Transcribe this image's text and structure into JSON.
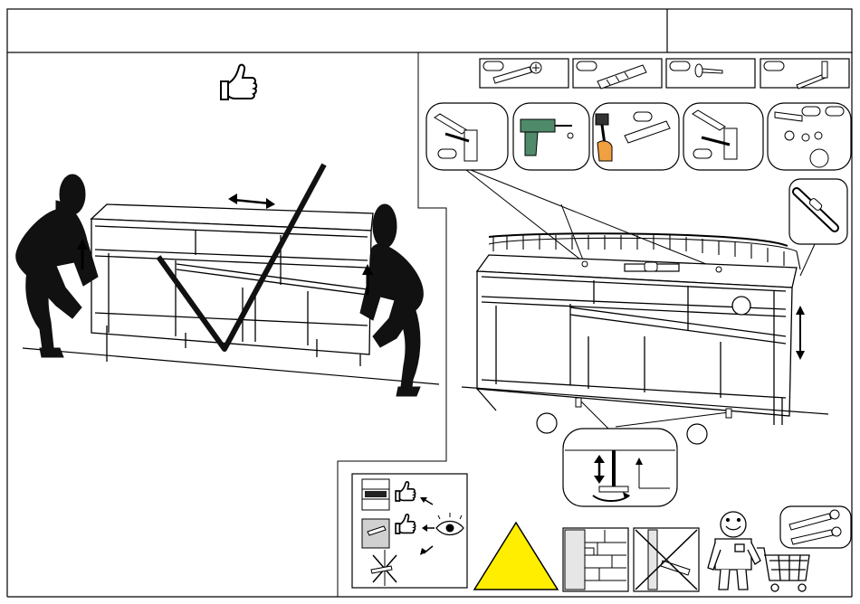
{
  "header": {
    "title": "",
    "page_number": ""
  },
  "parts": [
    {
      "name": "screw-long",
      "qty": ""
    },
    {
      "name": "wall-plug",
      "qty": ""
    },
    {
      "name": "screw-short",
      "qty": ""
    },
    {
      "name": "angle-bracket",
      "qty": ""
    }
  ],
  "steps": [
    {
      "name": "bracket-screw-step",
      "qty": ""
    },
    {
      "name": "drill-step",
      "qty": ""
    },
    {
      "name": "hammer-plug-step",
      "qty": ""
    },
    {
      "name": "screw-bracket-step",
      "qty": ""
    },
    {
      "name": "washer-nut-step",
      "qty": ""
    }
  ],
  "callouts": {
    "left_foot": "",
    "right_foot": "",
    "wall_box": ""
  },
  "colors": {
    "stroke": "#000000",
    "warning_fill": "#ffee00",
    "gray_panel": "#d0d0d0",
    "drill_green": "#4f8a6b",
    "hand_orange": "#f0a040",
    "brick_line": "#000000"
  },
  "icons": [
    "thumbs-up-icon",
    "eye-icon",
    "warning-triangle-icon",
    "shopping-cart-icon",
    "mascot-icon",
    "drill-icon",
    "hammer-icon"
  ]
}
